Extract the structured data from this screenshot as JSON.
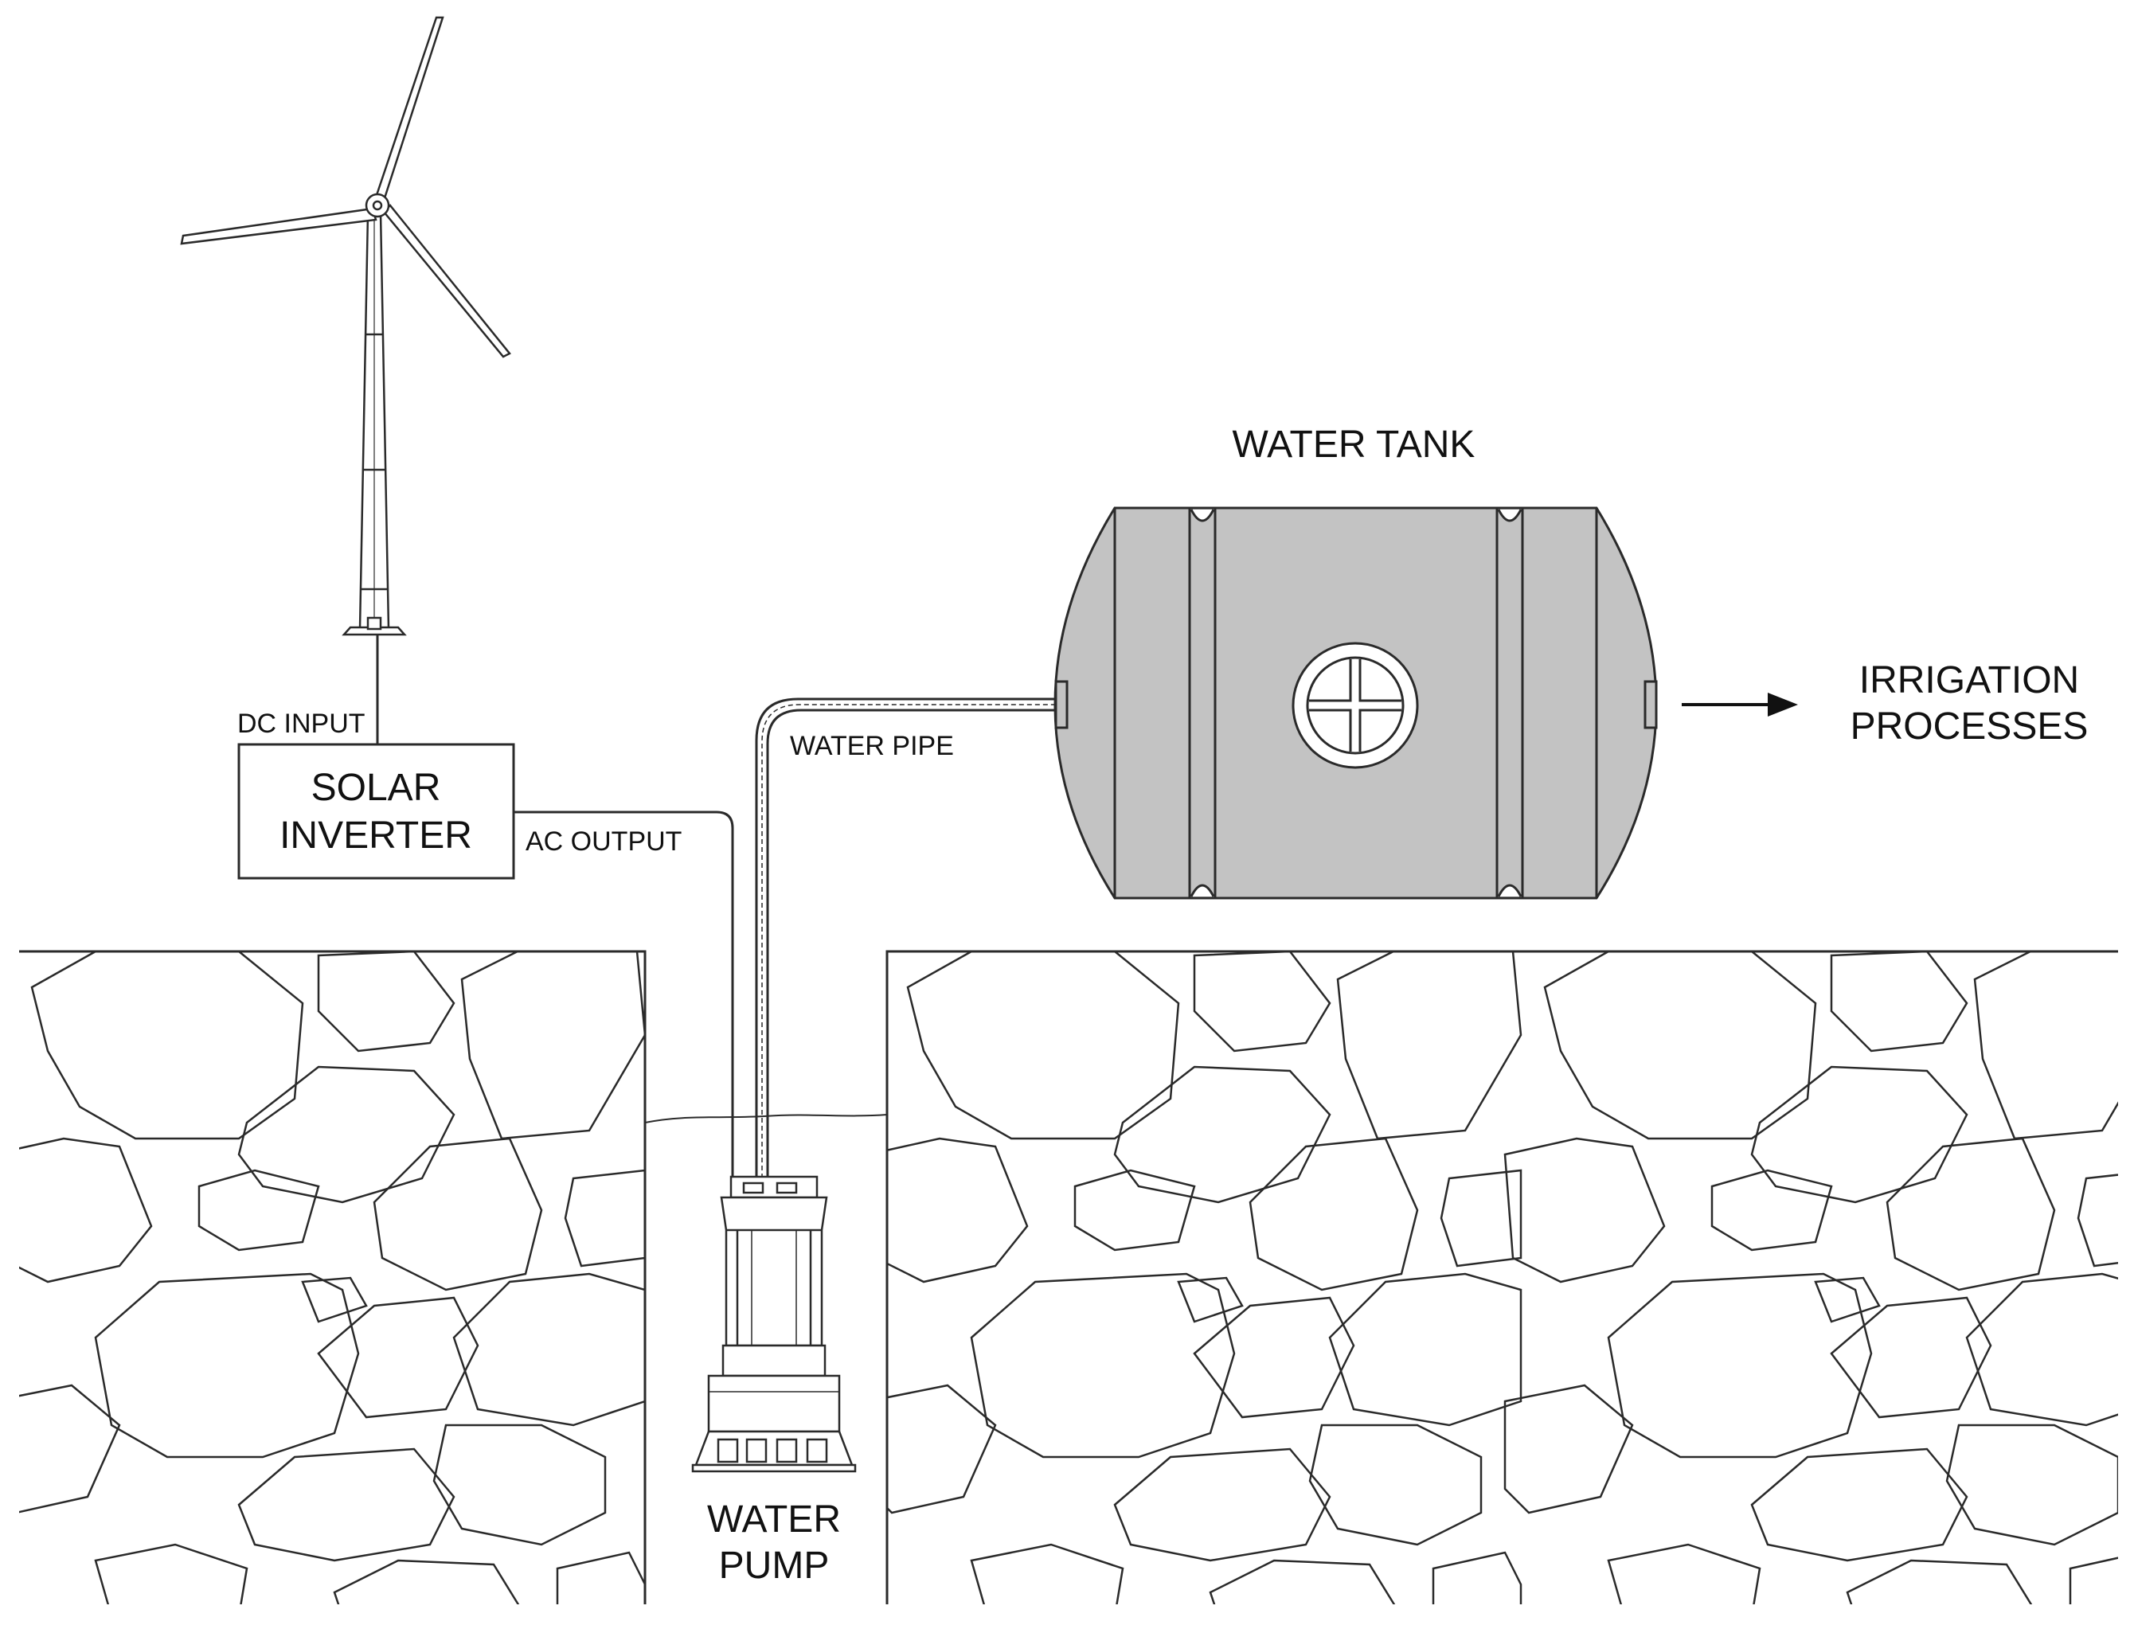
{
  "labels": {
    "water_tank": "WATER TANK",
    "dc_input": "DC INPUT",
    "solar_inverter_line1": "SOLAR",
    "solar_inverter_line2": "INVERTER",
    "ac_output": "AC OUTPUT",
    "water_pipe": "WATER PIPE",
    "irrigation_line1": "IRRIGATION",
    "irrigation_line2": "PROCESSES",
    "water_pump_line1": "WATER",
    "water_pump_line2": "PUMP"
  },
  "colors": {
    "line": "#2a2a2a",
    "tank_fill": "#c3c3c3",
    "background": "#ffffff"
  }
}
